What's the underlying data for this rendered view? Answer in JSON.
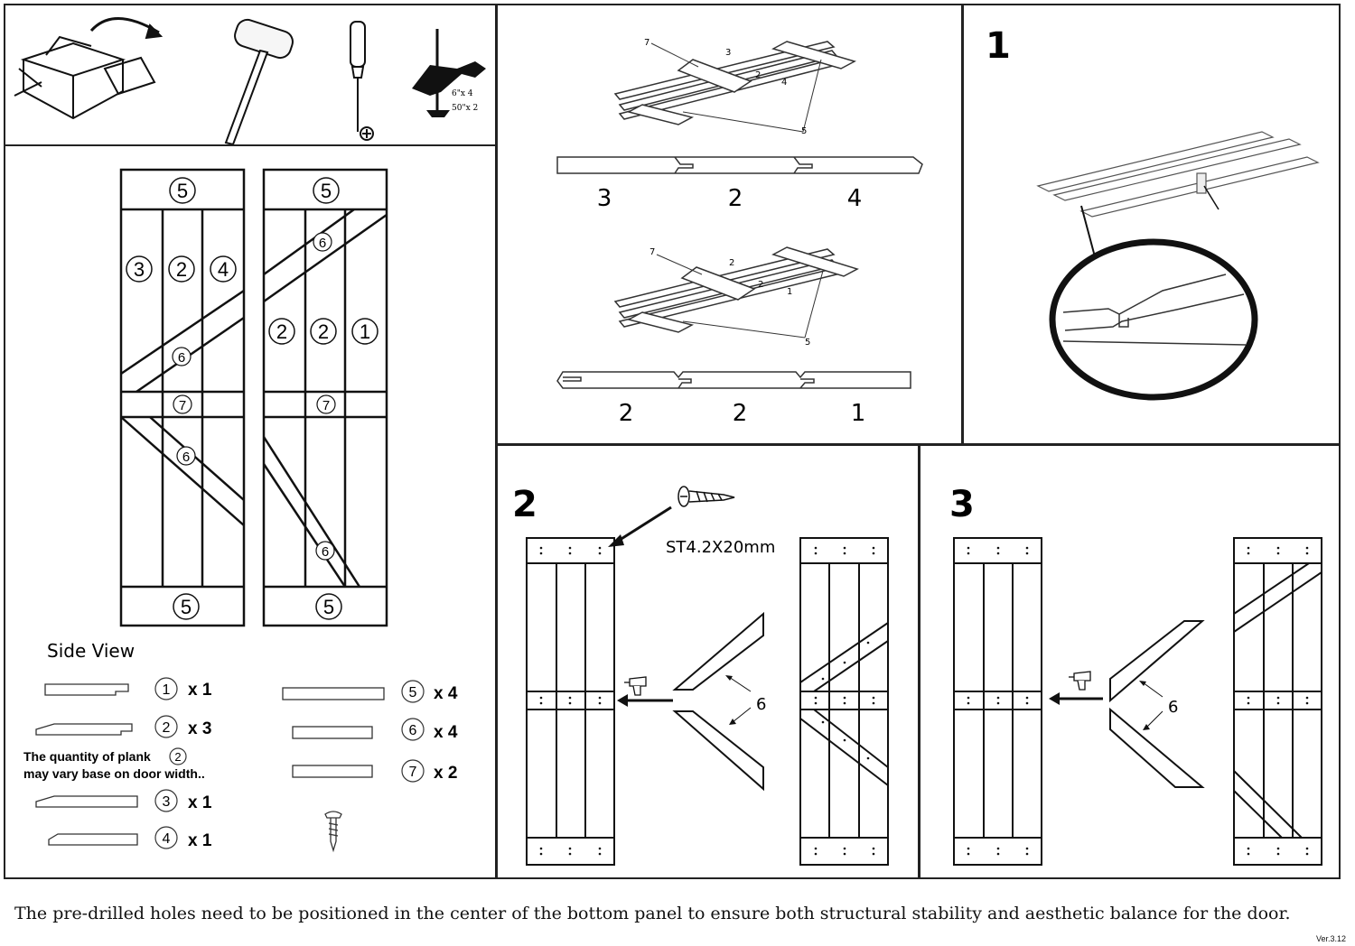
{
  "tools": {
    "clamp_label_1": "6\"x 4",
    "clamp_label_2": "50\"x 2"
  },
  "door_front": {
    "left": {
      "header": "5",
      "footer": "5",
      "planks": [
        "3",
        "2",
        "4"
      ],
      "upper_brace": "6",
      "rail": "7",
      "lower_brace": "6"
    },
    "right": {
      "header": "5",
      "footer": "5",
      "planks": [
        "2",
        "2",
        "1"
      ],
      "upper_brace": "6",
      "rail": "7",
      "lower_brace": "6"
    }
  },
  "side_view": {
    "title": "Side View",
    "parts": [
      {
        "num": "1",
        "qty": "x 1"
      },
      {
        "num": "2",
        "qty": "x 3"
      },
      {
        "num": "3",
        "qty": "x 1"
      },
      {
        "num": "4",
        "qty": "x 1"
      },
      {
        "num": "5",
        "qty": "x 4"
      },
      {
        "num": "6",
        "qty": "x 4"
      },
      {
        "num": "7",
        "qty": "x 2"
      }
    ],
    "note_line1": "The quantity of plank",
    "note_num": "2",
    "note_line2": "may vary base on door width.."
  },
  "profiles": {
    "top": {
      "callouts": [
        "7",
        "3",
        "2",
        "4",
        "5"
      ],
      "labels": [
        "3",
        "2",
        "4"
      ]
    },
    "bottom": {
      "callouts": [
        "7",
        "2",
        "2",
        "1",
        "5"
      ],
      "labels": [
        "2",
        "2",
        "1"
      ]
    }
  },
  "step1": {
    "number": "1"
  },
  "step2": {
    "number": "2",
    "screw_label": "ST4.2X20mm",
    "brace_label": "6"
  },
  "step3": {
    "number": "3",
    "brace_label": "6"
  },
  "footer_note": "The pre-drilled holes need to be positioned in the center of the bottom panel to ensure both structural stability and aesthetic balance for the door.",
  "version": "Ver.3.12"
}
